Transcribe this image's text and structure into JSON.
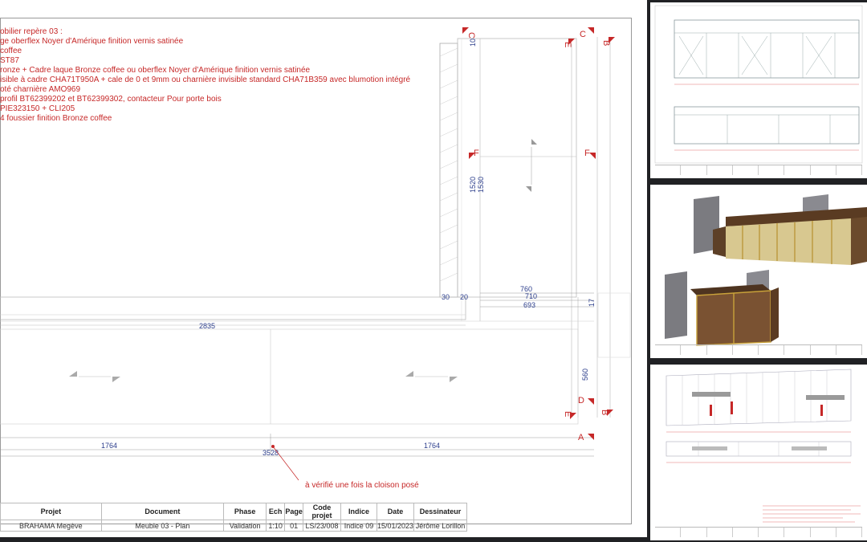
{
  "notes": {
    "lines": [
      "obilier repère 03 :",
      "ge oberflex Noyer d'Amérique finition vernis satinée",
      " coffee",
      "ST87",
      "ronze + Cadre laque Bronze coffee ou oberflex Noyer d'Amérique finition vernis satinée",
      "isible à cadre CHA71T950A + cale de 0 et 9mm ou charnière invisible standard CHA71B359 avec blumotion intégré",
      "oté charnière AMO969",
      "profil BT62399202 et BT62399302, contacteur Pour porte bois",
      "PIE323150 + CLI205",
      "4 foussier finition Bronze coffee"
    ]
  },
  "section_labels": {
    "c": "C",
    "e": "E",
    "b": "B",
    "f": "F",
    "d": "D",
    "a": "A"
  },
  "dimensions": {
    "d10": "10",
    "d1520": "1520",
    "d1530": "1530",
    "d760": "760",
    "d710": "710",
    "d693": "693",
    "d30": "30",
    "d20": "20",
    "d17": "17",
    "d2835": "2835",
    "d560": "560",
    "d1764a": "1764",
    "d1764b": "1764",
    "d3528": "3528"
  },
  "annotation": "à vérifié une fois la cloison posé",
  "title_block": {
    "headers": [
      "Projet",
      "Document",
      "Phase",
      "Ech",
      "Page",
      "Code projet",
      "Indice",
      "Date",
      "Dessinateur"
    ],
    "values": [
      "BRAHAMA Megève",
      "Meuble 03 - Plan",
      "Validation",
      "1:10",
      "01",
      "LS/23/008",
      "Indice 09",
      "15/01/2023",
      "Jérôme Lorillon"
    ]
  },
  "thumbnails": [
    {
      "name": "elevation-thumbnail"
    },
    {
      "name": "3d-render-thumbnail"
    },
    {
      "name": "wall-elevation-thumbnail"
    }
  ],
  "colors": {
    "red": "#c62828",
    "dim_blue": "#2c3e8c",
    "background": "#202124"
  }
}
